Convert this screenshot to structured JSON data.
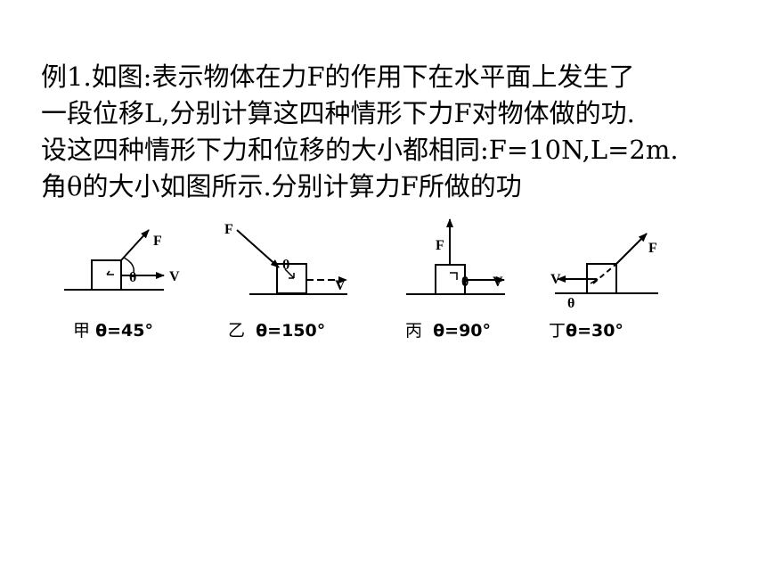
{
  "problem": {
    "lines": [
      "例1.如图:表示物体在力F的作用下在水平面上发生了",
      "一段位移L,分别计算这四种情形下力F对物体做的功.",
      "设这四种情形下力和位移的大小都相同:F=10N,L=2m.",
      "角θ的大小如图所示.分别计算力F所做的功"
    ]
  },
  "labels": {
    "force": "F",
    "velocity": "V",
    "angle": "θ"
  },
  "cases": [
    {
      "name": "甲",
      "angle": "θ=45°"
    },
    {
      "name": "乙",
      "angle": "θ=150°"
    },
    {
      "name": "丙",
      "angle": "θ=90°"
    },
    {
      "name": "丁",
      "angle": "θ=30°"
    }
  ]
}
